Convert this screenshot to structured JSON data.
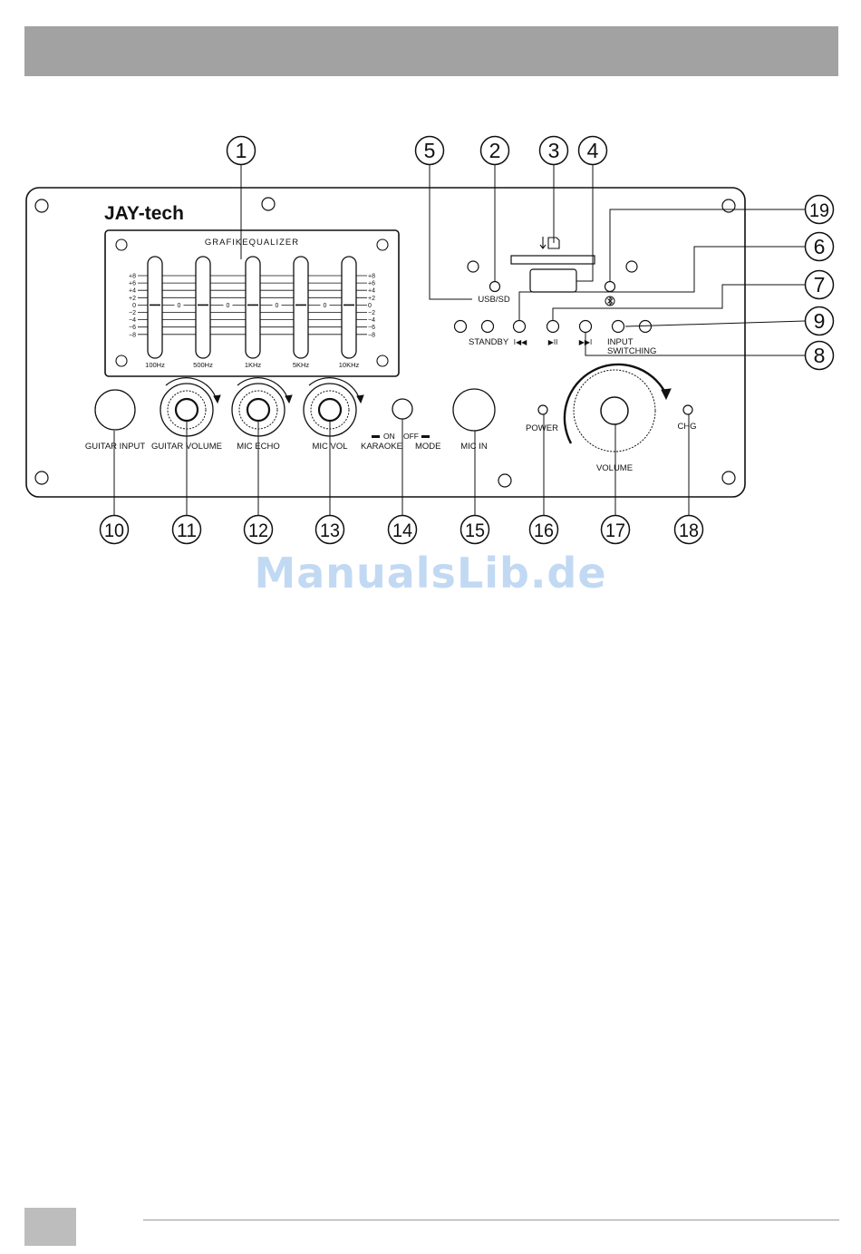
{
  "header": {
    "title": ""
  },
  "panel": {
    "brand": "JAY-tech",
    "eq_title": "GRAFIKEQUALIZER",
    "eq_scale": [
      "+8",
      "+6",
      "+4",
      "+2",
      "0",
      "−2",
      "−4",
      "−6",
      "−8"
    ],
    "eq_bands": [
      "100Hz",
      "500Hz",
      "1KHz",
      "5KHz",
      "10KHz"
    ],
    "eq_center_mark": "0",
    "labels": {
      "usb_sd": "USB/SD",
      "standby": "STANDBY",
      "prev_symbol": "I◀◀",
      "play_symbol": "▶II",
      "next_symbol": "▶▶I",
      "input_switching_1": "INPUT",
      "input_switching_2": "SWITCHING",
      "guitar_input": "GUITAR INPUT",
      "guitar_volume": "GUITAR VOLUME",
      "mic_echo": "MIC ECHO",
      "mic_vol": "MIC VOL",
      "karaoke_on": "ON",
      "karaoke_off": "OFF",
      "karaoke": "KARAOKE",
      "mode": "MODE",
      "mic_in": "MIC IN",
      "power": "POWER",
      "volume": "VOLUME",
      "chg": "CHG"
    }
  },
  "callouts": [
    "1",
    "2",
    "3",
    "4",
    "5",
    "6",
    "7",
    "8",
    "9",
    "10",
    "11",
    "12",
    "13",
    "14",
    "15",
    "16",
    "17",
    "18",
    "19"
  ],
  "watermark": "ManualsLib.de",
  "footer": {
    "page_number": ""
  }
}
